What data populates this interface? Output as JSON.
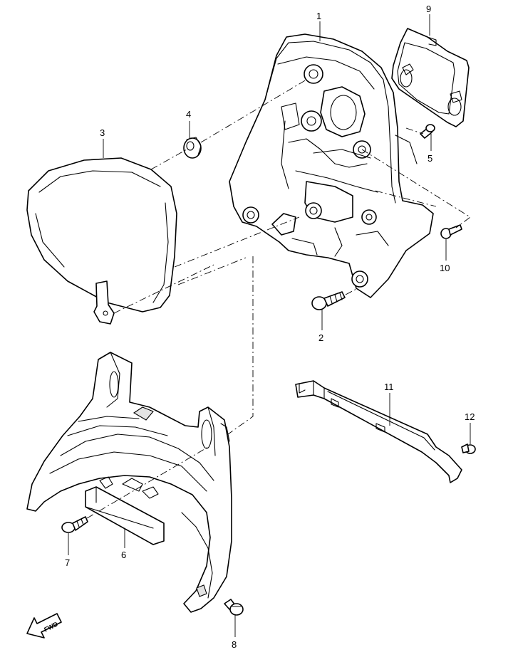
{
  "callouts": [
    {
      "id": "1",
      "label": "1"
    },
    {
      "id": "2",
      "label": "2"
    },
    {
      "id": "3",
      "label": "3"
    },
    {
      "id": "4",
      "label": "4"
    },
    {
      "id": "5",
      "label": "5"
    },
    {
      "id": "6",
      "label": "6"
    },
    {
      "id": "7",
      "label": "7"
    },
    {
      "id": "8",
      "label": "8"
    },
    {
      "id": "9",
      "label": "9"
    },
    {
      "id": "10",
      "label": "10"
    },
    {
      "id": "11",
      "label": "11"
    },
    {
      "id": "12",
      "label": "12"
    }
  ],
  "direction_arrow": {
    "label": "FWD"
  }
}
